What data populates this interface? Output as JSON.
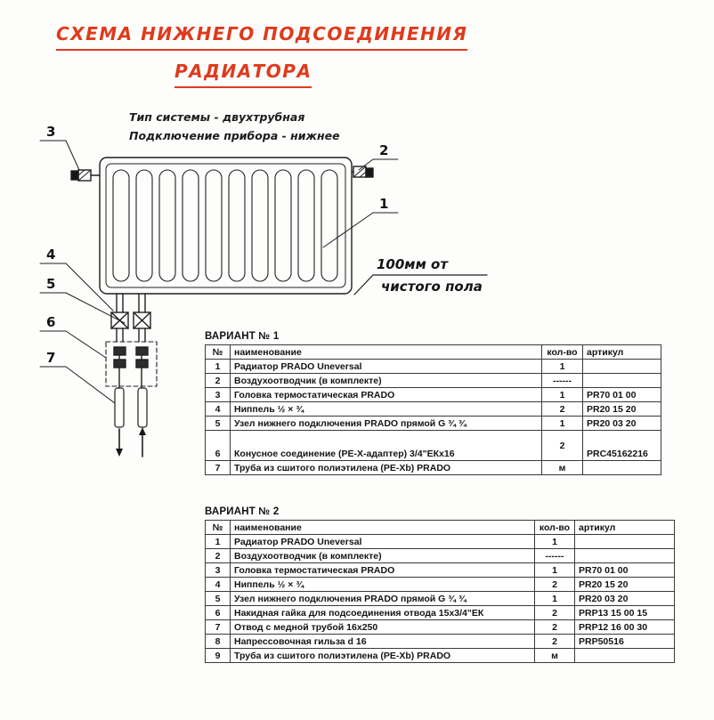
{
  "title": {
    "line1": "СХЕМА НИЖНЕГО ПОДСОЕДИНЕНИЯ",
    "line2": "РАДИАТОРА"
  },
  "subtitle": {
    "line1": "Тип системы - двухтрубная",
    "line2": "Подключение прибора - нижнее"
  },
  "diagram": {
    "callouts": [
      "1",
      "2",
      "3",
      "4",
      "5",
      "6",
      "7"
    ],
    "floor_note_line1": "100мм от",
    "floor_note_line2": "чистого пола"
  },
  "tables": [
    {
      "title": "ВАРИАНТ № 1",
      "headers": [
        "№",
        "наименование",
        "кол-во",
        "артикул"
      ],
      "rows": [
        [
          "1",
          "Радиатор PRADO Uneversal",
          "1",
          ""
        ],
        [
          "2",
          "Воздухоотводчик (в комплекте)",
          "------",
          ""
        ],
        [
          "3",
          "Головка термостатическая PRADO",
          "1",
          "PR70 01 00"
        ],
        [
          "4",
          "Ниппель ½ × ¾",
          "2",
          "PR20 15 20"
        ],
        [
          "5",
          "Узел нижнего подключения PRADO прямой G ¾ ¾",
          "1",
          "PR20 03 20"
        ],
        [
          "6",
          "Конусное соединение (PE-X-адаптер) 3/4\"ЕКх16",
          "2",
          "PRC45162216"
        ],
        [
          "7",
          "Труба из сшитого полиэтилена (PE-Xb) PRADO",
          "м",
          ""
        ]
      ]
    },
    {
      "title": "ВАРИАНТ № 2",
      "headers": [
        "№",
        "наименование",
        "кол-во",
        "артикул"
      ],
      "rows": [
        [
          "1",
          "Радиатор PRADO Uneversal",
          "1",
          ""
        ],
        [
          "2",
          "Воздухоотводчик (в комплекте)",
          "------",
          ""
        ],
        [
          "3",
          "Головка термостатическая PRADO",
          "1",
          "PR70 01 00"
        ],
        [
          "4",
          "Ниппель ½ × ¾",
          "2",
          "PR20 15 20"
        ],
        [
          "5",
          "Узел нижнего подключения PRADO прямой G ¾ ¾",
          "1",
          "PR20 03 20"
        ],
        [
          "6",
          "Накидная гайка для подсоединения отвода 15х3/4\"ЕК",
          "2",
          "PRP13 15 00 15"
        ],
        [
          "7",
          "Отвод с медной трубой 16х250",
          "2",
          "PRP12 16 00 30"
        ],
        [
          "8",
          "Напрессовочная гильза d 16",
          "2",
          "PRP50516"
        ],
        [
          "9",
          "Труба из сшитого полиэтилена (PE-Xb) PRADO",
          "м",
          ""
        ]
      ]
    }
  ]
}
